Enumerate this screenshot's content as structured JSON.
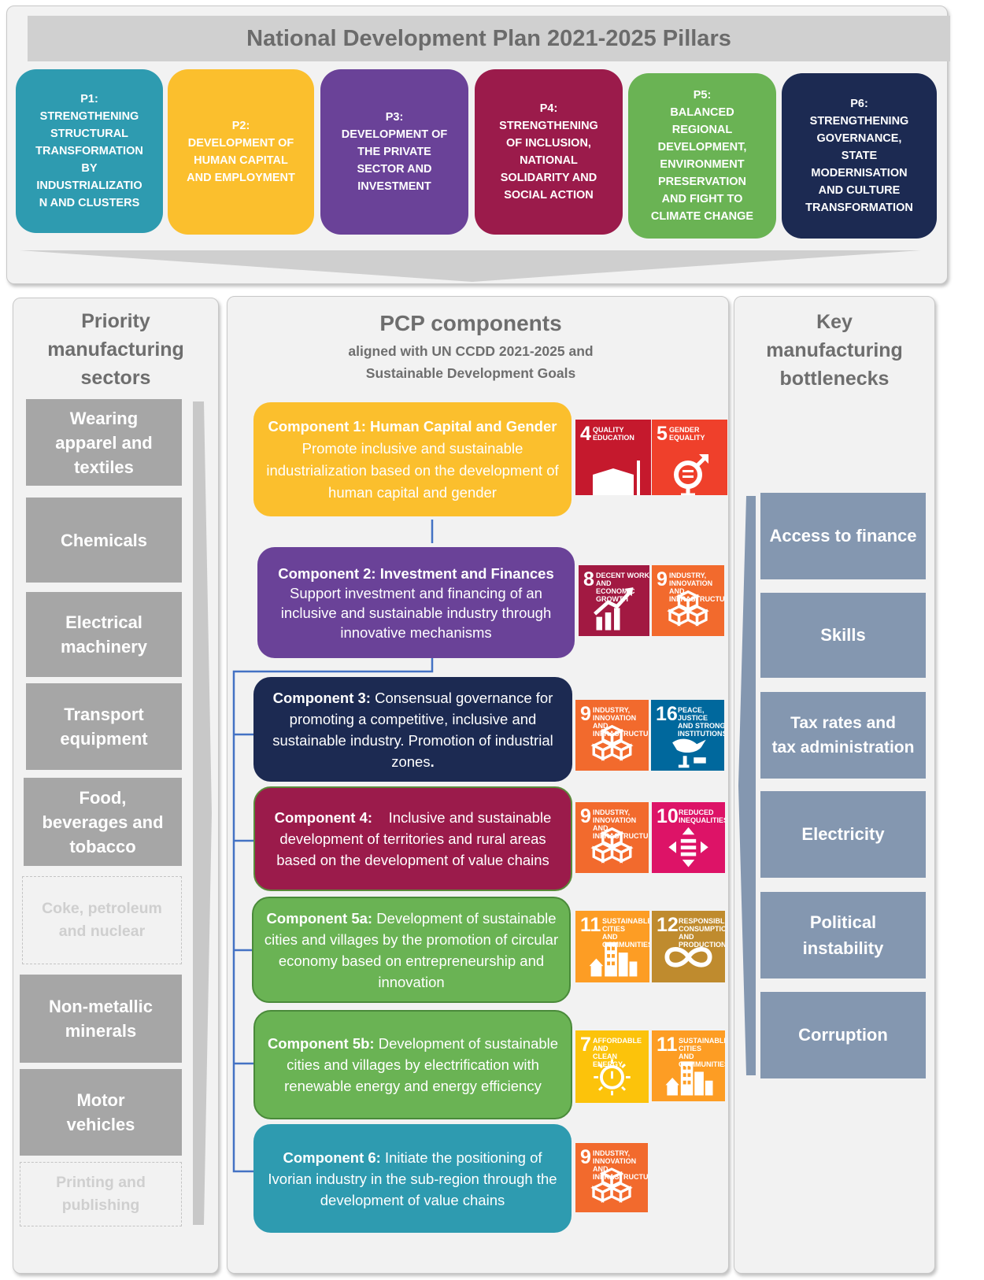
{
  "plan": {
    "title": "National Development Plan 2021-2025 Pillars",
    "pillars": [
      {
        "id": "p1",
        "label": "P1:\nSTRENGTHENING\nSTRUCTURAL\nTRANSFORMATION\nBY\nINDUSTRIALIZATIO\nN AND CLUSTERS",
        "color": "#2e9bb0"
      },
      {
        "id": "p2",
        "label": "P2:\nDEVELOPMENT OF\nHUMAN CAPITAL\nAND EMPLOYMENT",
        "color": "#fbbf2d"
      },
      {
        "id": "p3",
        "label": "P3:\nDEVELOPMENT OF\nTHE PRIVATE\nSECTOR AND\nINVESTMENT",
        "color": "#6a4298"
      },
      {
        "id": "p4",
        "label": "P4:\nSTRENGTHENING\nOF INCLUSION,\nNATIONAL\nSOLIDARITY AND\nSOCIAL ACTION",
        "color": "#9b1b4b"
      },
      {
        "id": "p5",
        "label": "P5:\nBALANCED\nREGIONAL\nDEVELOPMENT,\nENVIRONMENT\nPRESERVATION\nAND FIGHT TO\nCLIMATE CHANGE",
        "color": "#6ab354"
      },
      {
        "id": "p6",
        "label": "P6:\nSTRENGTHENING\nGOVERNANCE,\nSTATE\nMODERNISATION\nAND CULTURE\nTRANSFORMATION",
        "color": "#1c2a52"
      }
    ]
  },
  "sectors": {
    "title": "Priority\nmanufacturing\nsectors",
    "items": [
      {
        "label": "Wearing\napparel and\ntextiles",
        "faded": false
      },
      {
        "label": "Chemicals",
        "faded": false
      },
      {
        "label": "Electrical\nmachinery",
        "faded": false
      },
      {
        "label": "Transport\nequipment",
        "faded": false
      },
      {
        "label": "Food,\nbeverages and\ntobacco",
        "faded": false
      },
      {
        "label": "Coke, petroleum\nand  nuclear",
        "faded": true
      },
      {
        "label": "Non-metallic\nminerals",
        "faded": false
      },
      {
        "label": "Motor\nvehicles",
        "faded": false
      },
      {
        "label": "Printing and\npublishing",
        "faded": true
      }
    ]
  },
  "components": {
    "title": "PCP components",
    "subtitle": "aligned with UN CCDD 2021-2025 and\nSustainable Development Goals",
    "items": [
      {
        "id": "c1",
        "heading": "Component 1: Human Capital and Gender",
        "text": "Promote inclusive and sustainable industrialization based on the development of human capital and gender",
        "color": "#fbbf2d"
      },
      {
        "id": "c2",
        "heading": "Component 2: Investment and Finances",
        "text": "Support investment and financing of an inclusive and sustainable industry through innovative mechanisms",
        "color": "#6a4298"
      },
      {
        "id": "c3",
        "heading": "Component 3:",
        "text": "Consensual governance for promoting a competitive, inclusive and sustainable industry. Promotion of industrial zones",
        "suffix": ".",
        "color": "#1c2a52"
      },
      {
        "id": "c4",
        "heading": "Component 4:",
        "text": "Inclusive and sustainable development of territories and rural areas based on the development of value chains",
        "color": "#9b1b4b"
      },
      {
        "id": "c5a",
        "heading": "Component 5a:",
        "text": "Development of sustainable cities and villages by the promotion of circular economy based on entrepreneurship and innovation",
        "color": "#6ab354"
      },
      {
        "id": "c5b",
        "heading": "Component 5b:",
        "text": "Development of sustainable cities and villages by electrification with renewable energy and energy efficiency",
        "color": "#6ab354"
      },
      {
        "id": "c6",
        "heading": "Component 6:",
        "text": "Initiate the positioning of Ivorian industry in the sub-region through the development of value chains",
        "color": "#2e9bb0"
      }
    ]
  },
  "sdgs": {
    "sdg4": {
      "num": "4",
      "label": "QUALITY\nEDUCATION",
      "color": "#c5192d",
      "icon": "book-icon"
    },
    "sdg5": {
      "num": "5",
      "label": "GENDER\nEQUALITY",
      "color": "#ef402b",
      "icon": "gender-equality-icon"
    },
    "sdg7": {
      "num": "7",
      "label": "AFFORDABLE AND\nCLEAN ENERGY",
      "color": "#fcc30b",
      "icon": "sun-power-icon"
    },
    "sdg8": {
      "num": "8",
      "label": "DECENT WORK AND\nECONOMIC GROWTH",
      "color": "#a21942",
      "icon": "growth-chart-icon"
    },
    "sdg9": {
      "num": "9",
      "label": "INDUSTRY, INNOVATION\nAND INFRASTRUCTURE",
      "color": "#f26a2d",
      "icon": "cubes-icon"
    },
    "sdg10": {
      "num": "10",
      "label": "REDUCED\nINEQUALITIES",
      "color": "#dd1367",
      "icon": "equals-arrows-icon"
    },
    "sdg11": {
      "num": "11",
      "label": "SUSTAINABLE CITIES\nAND COMMUNITIES",
      "color": "#fd9d24",
      "icon": "city-icon"
    },
    "sdg12": {
      "num": "12",
      "label": "RESPONSIBLE\nCONSUMPTION\nAND PRODUCTION",
      "color": "#bf8b2e",
      "icon": "infinity-icon"
    },
    "sdg16": {
      "num": "16",
      "label": "PEACE, JUSTICE\nAND STRONG\nINSTITUTIONS",
      "color": "#00689d",
      "icon": "dove-gavel-icon"
    }
  },
  "bottlenecks": {
    "title": "Key\nmanufacturing\nbottlenecks",
    "items": [
      "Access to finance",
      "Skills",
      "Tax rates and\ntax administration",
      "Electricity",
      "Political\ninstability",
      "Corruption"
    ]
  },
  "colors": {
    "panel": "#f2f2f2",
    "sector": "#a6a6a6",
    "bottleneck": "#8497b0",
    "connector": "#4472c4"
  }
}
